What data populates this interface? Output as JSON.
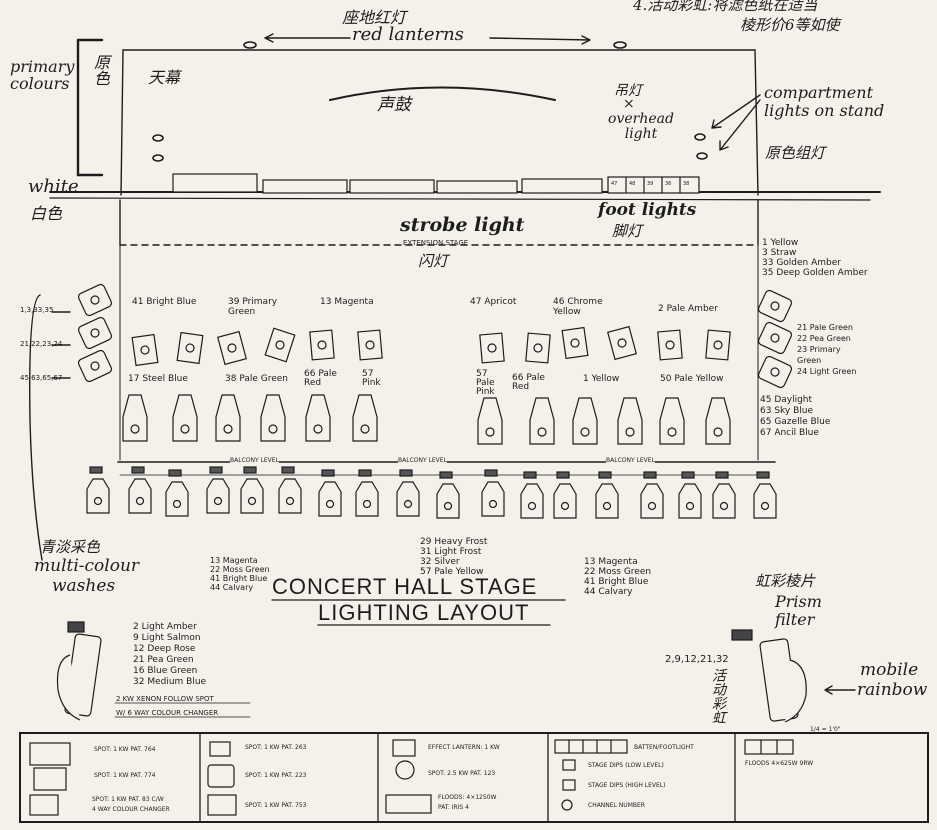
{
  "header_note": {
    "line1": "4.活动彩虹:将滤色纸在适当",
    "line2": "棱形价6等如使"
  },
  "top": {
    "red_lanterns_cn": "座地红灯",
    "red_lanterns_en": "red lanterns",
    "cyclorama_cn": "天幕",
    "shengu_cn": "声鼓",
    "overhead_cn": "吊灯",
    "overhead_x": "×",
    "overhead_en": "overhead light",
    "primary_en": "primary colours",
    "primary_cn": "原色",
    "compartment_en": "compartment lights on stand",
    "compartment_cn": "原色组灯",
    "white_en": "white",
    "white_cn": "白色",
    "strobe_en": "strobe light",
    "strobe_cn": "闪灯",
    "extension": "EXTENSION STAGE",
    "footlights_en": "foot lights",
    "footlights_cn": "脚灯",
    "footlight_cells": [
      "47",
      "48",
      "39",
      "36",
      "38"
    ]
  },
  "right_top_colors": [
    "1  Yellow",
    "3  Straw",
    "33 Golden Amber",
    "35 Deep Golden Amber"
  ],
  "right_mid_colors": [
    "21 Pale Green",
    "22 Pea Green",
    "23 Primary Green",
    "24 Light Green"
  ],
  "right_bottom_colors": [
    "45 Daylight",
    "63 Sky Blue",
    "65 Gazelle Blue",
    "67 Ancil Blue"
  ],
  "left_colors": [
    "1,3,33,35",
    "21,22,23,24",
    "45,63,65,67"
  ],
  "upper_groups": [
    "41 Bright Blue",
    "39 Primary Green",
    "13 Magenta",
    "47 Apricot",
    "46 Chrome Yellow",
    "2 Pale Amber"
  ],
  "lower_groups": [
    "17 Steel Blue",
    "38 Pale Green",
    "66 Pale Red",
    "57 Pink",
    "57 Pale Pink",
    "66 Pale Red",
    "1 Yellow",
    "50 Pale Yellow"
  ],
  "balcony_labels": [
    "BALCONY LEVEL",
    "BALCONY LEVEL",
    "BALCONY LEVEL"
  ],
  "center_list": [
    "29 Heavy Frost",
    "31 Light Frost",
    "32 Silver",
    "57 Pale Yellow"
  ],
  "left_list": [
    "13 Magenta",
    "22 Moss Green",
    "41 Bright Blue",
    "44 Calvary"
  ],
  "right_list": [
    "13 Magenta",
    "22 Moss Green",
    "41 Bright Blue",
    "44 Calvary"
  ],
  "title_line1": "CONCERT HALL STAGE",
  "title_line2": "LIGHTING LAYOUT",
  "multicolour": {
    "cn": "青淡采色",
    "en1": "multi-colour",
    "en2": "washes"
  },
  "follow_spot": {
    "colors": [
      "2  Light Amber",
      "9  Light Salmon",
      "12 Deep Rose",
      "21 Pea Green",
      "16 Blue Green",
      "32 Medium Blue"
    ],
    "desc1": "2 KW XENON FOLLOW SPOT",
    "desc2": "W/ 6 WAY COLOUR CHANGER"
  },
  "prism": {
    "cn": "虹彩棱片",
    "en1": "Prism",
    "en2": "filter",
    "numbers": "2,9,12,21,32",
    "cn_vertical": "活动彩虹",
    "mobile1": "mobile",
    "mobile2": "rainbow",
    "scale": "1/4 = 1'0\""
  },
  "legend": {
    "col1": [
      "SPOT: 1 KW PAT. 764",
      "SPOT: 1 KW PAT. 774",
      "SPOT: 1 KW PAT. 83 C/W",
      "4 WAY COLOUR CHANGER"
    ],
    "col2": [
      "SPOT: 1 KW PAT. 263",
      "SPOT: 1 KW PAT. 223",
      "SPOT: 1 KW PAT. 753"
    ],
    "col3": [
      "EFFECT LANTERN: 1 KW",
      "SPOT: 2.5 KW PAT. 123",
      "FLOODS: 4×1250W",
      "PAT. IRIS 4"
    ],
    "col4": [
      "BATTEN/FOOTLIGHT",
      "STAGE DIPS (LOW LEVEL)",
      "STAGE DIPS (HIGH LEVEL)",
      "CHANNEL NUMBER"
    ],
    "col5": [
      "FLOODS 4×625W 9RW"
    ]
  },
  "colors": {
    "ink": "#1d1d1d",
    "paper": "#f3f1ea"
  }
}
